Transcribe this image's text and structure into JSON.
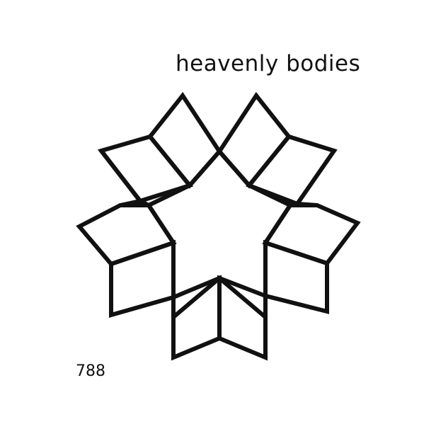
{
  "title": "heavenly bodies",
  "catalog_number": "788",
  "figure": {
    "motif": "star-of-rhombi",
    "stroke_color": "#111111",
    "background_color": "#ffffff"
  }
}
